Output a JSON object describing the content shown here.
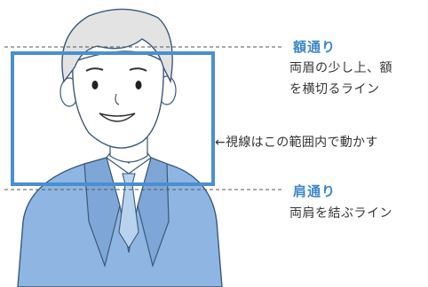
{
  "forehead_line": {
    "title": "額通り",
    "desc_line1": "両眉の少し上、額",
    "desc_line2": "を横切るライン"
  },
  "range_note": "←視線はこの範囲内で動かす",
  "shoulder_line": {
    "title": "肩通り",
    "desc": "両肩を結ぶライン"
  },
  "colors": {
    "accent": "#3a86c8",
    "frame": "#4a8fd0",
    "suit": "#8fb6e2",
    "suit_dark": "#6f99cc",
    "shirt": "#ffffff",
    "tie": "#b9d3ef",
    "skin": "#ffffff",
    "hair": "#e3e3e3",
    "guide_line": "#555555"
  }
}
